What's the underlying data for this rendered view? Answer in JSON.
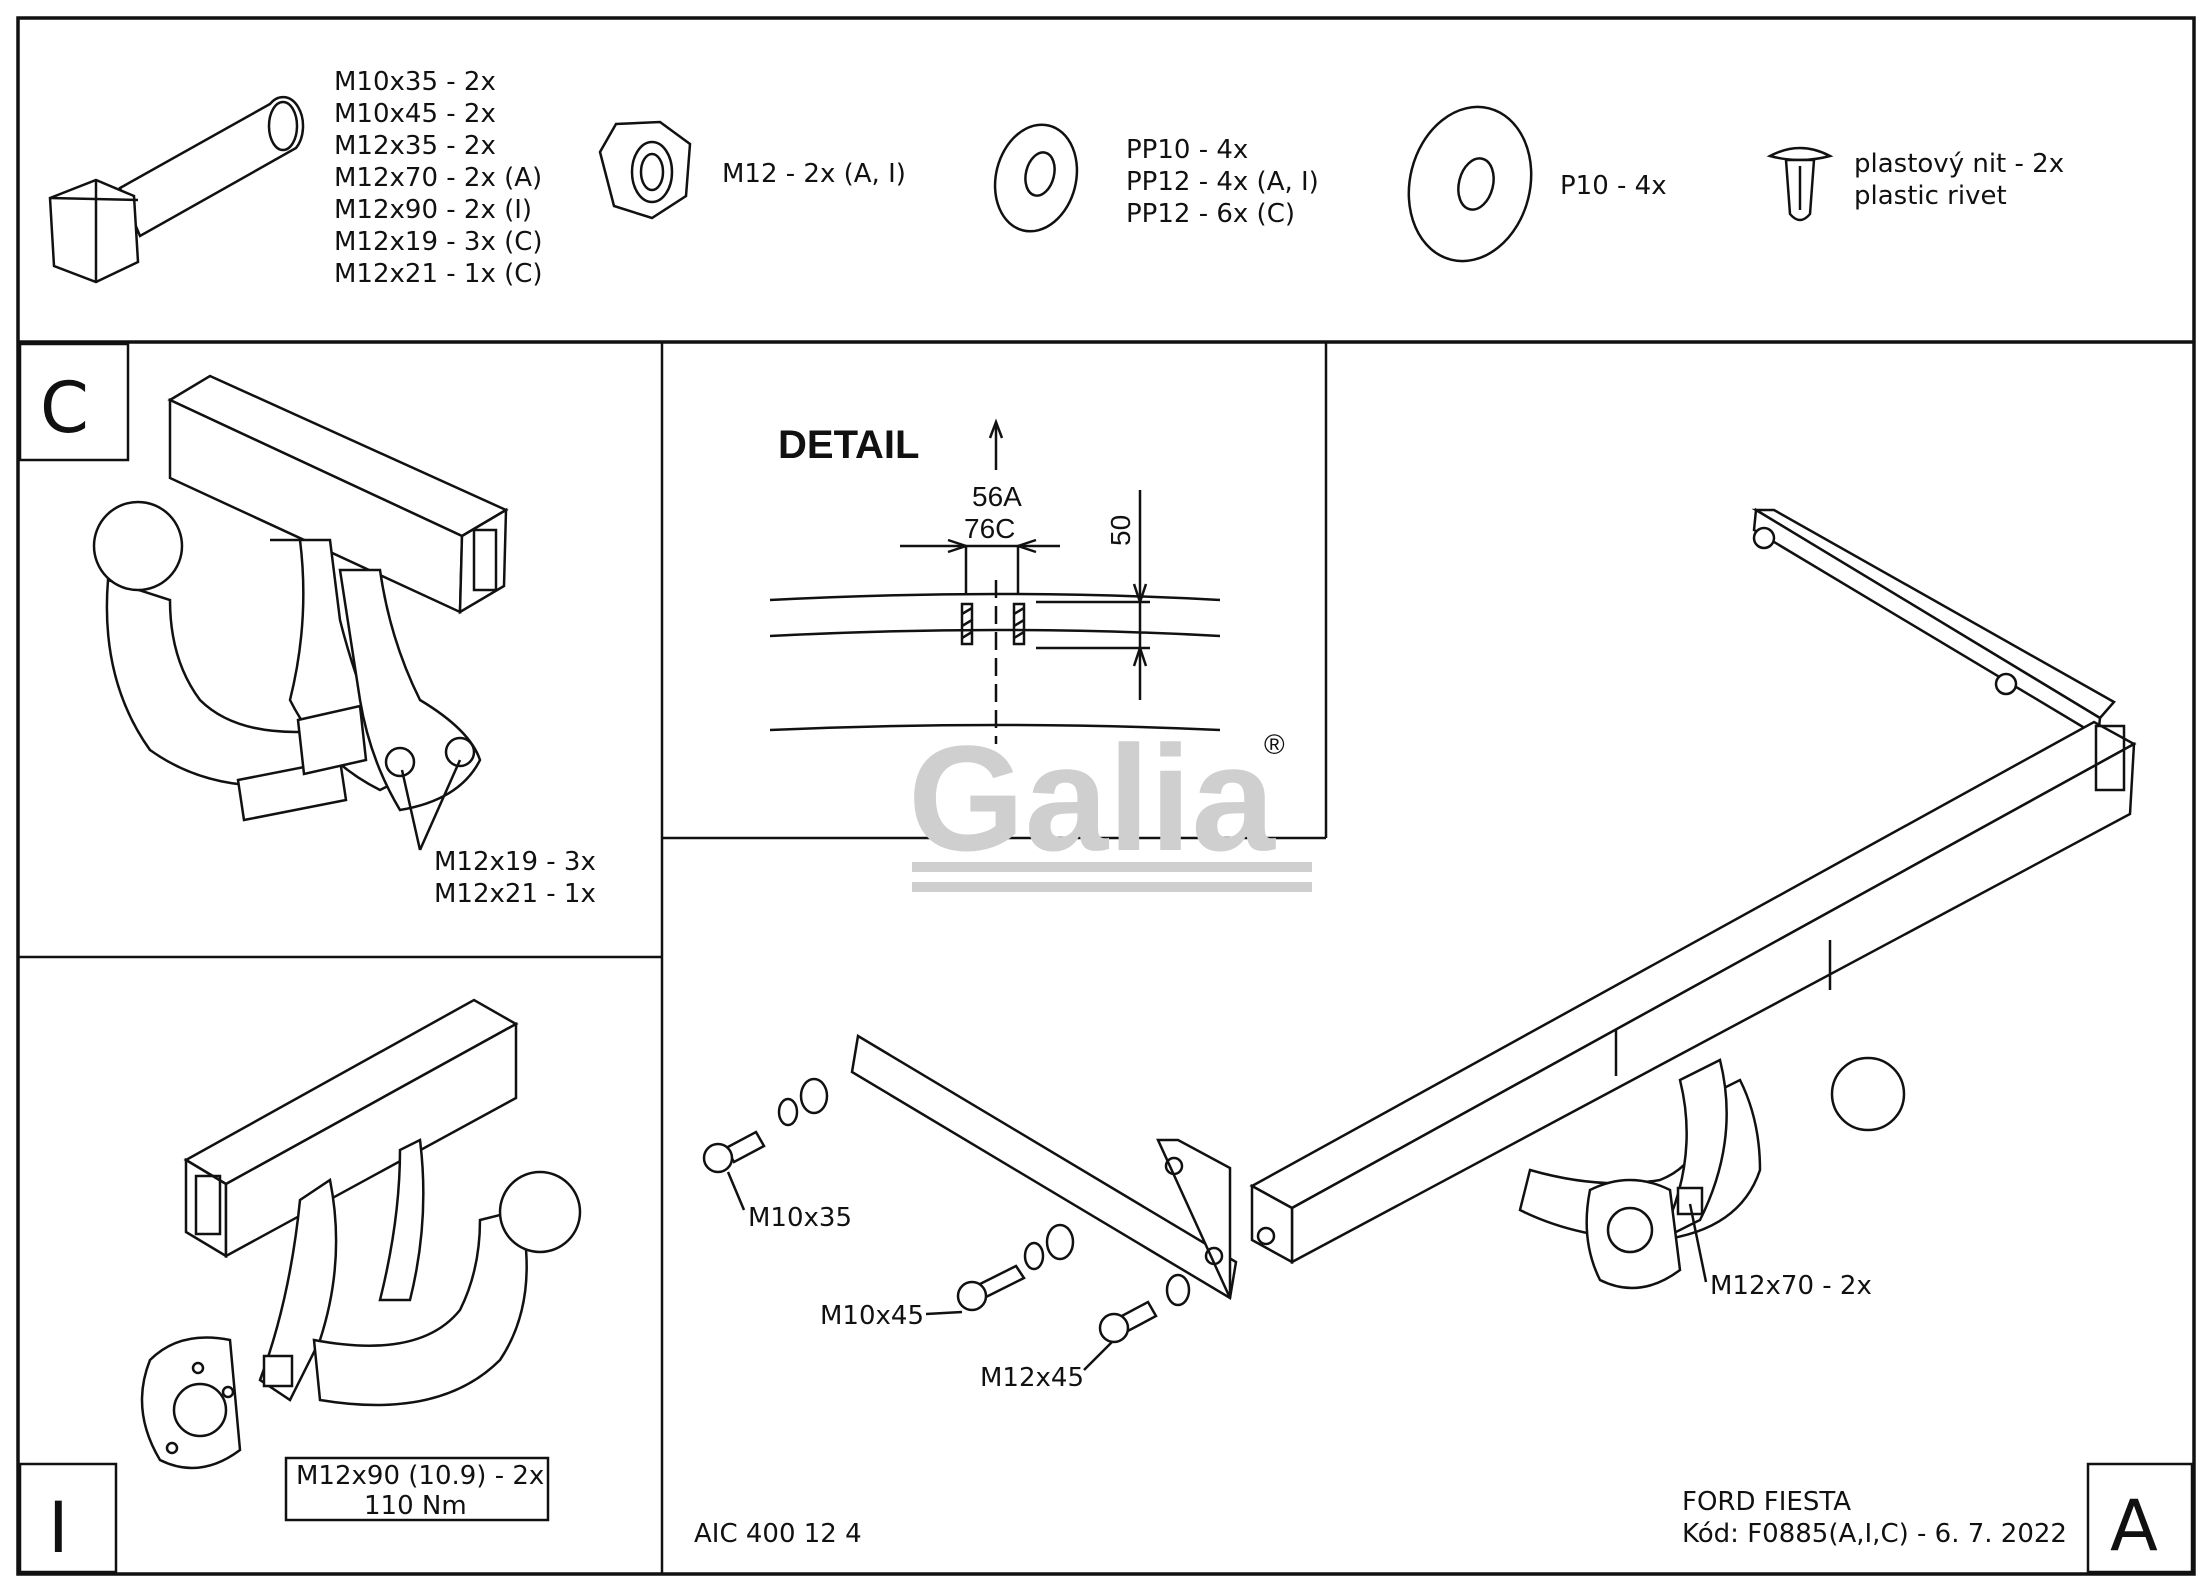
{
  "parts_header": {
    "bolt_list": [
      "M10x35 - 2x",
      "M10x45 - 2x",
      "M12x35 - 2x",
      "M12x70 - 2x (A)",
      "M12x90 - 2x (I)",
      "M12x19 - 3x (C)",
      "M12x21 - 1x (C)"
    ],
    "nut_label": "M12 - 2x (A, I)",
    "washer_list": [
      "PP10 - 4x",
      "PP12 - 4x (A, I)",
      "PP12 - 6x (C)"
    ],
    "big_washer_label": "P10 - 4x",
    "rivet_list": [
      "plastový nit - 2x",
      "plastic rivet"
    ]
  },
  "panel_c": {
    "letter": "C",
    "labels": [
      "M12x19 - 3x",
      "M12x21 - 1x"
    ]
  },
  "panel_detail": {
    "title": "DETAIL",
    "dim_a": "56A",
    "dim_c": "76C",
    "dim_v": "50"
  },
  "panel_i": {
    "letter": "I",
    "box_lines": [
      "M12x90 (10.9) - 2x",
      "110 Nm"
    ]
  },
  "panel_a": {
    "letter": "A",
    "callouts": {
      "m10x35": "M10x35",
      "m10x45": "M10x45",
      "m12x45": "M12x45",
      "m12x70": "M12x70 - 2x"
    },
    "code": "AIC 400 12 4",
    "vehicle": "FORD FIESTA",
    "kod": "Kód: F0885(A,I,C) - 6. 7. 2022"
  },
  "watermark": {
    "text": "Galia",
    "reg": "®"
  }
}
